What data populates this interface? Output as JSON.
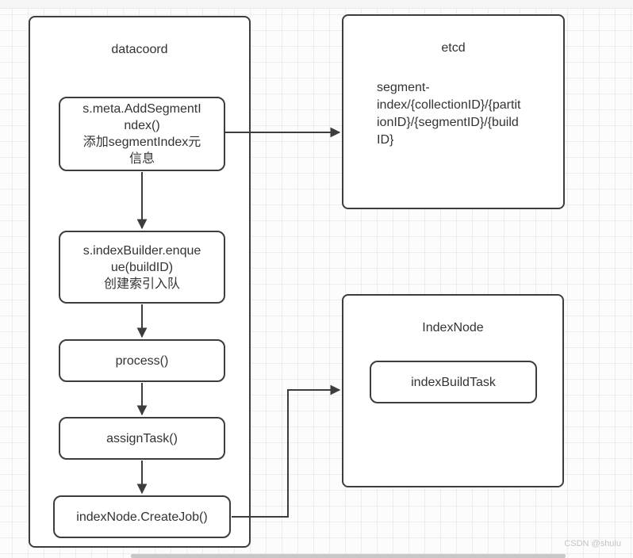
{
  "diagram": {
    "datacoord": {
      "title": "datacoord",
      "steps": [
        {
          "code": "s.meta.AddSegmentIndex()",
          "note": "添加segmentIndex元信息"
        },
        {
          "code": "s.indexBuilder.enqueue(buildID)",
          "note": "创建索引入队"
        },
        {
          "code": "process()"
        },
        {
          "code": "assignTask()"
        },
        {
          "code": "indexNode.CreateJob()"
        }
      ]
    },
    "etcd": {
      "title": "etcd",
      "key_path": "segment-index/{collectionID}/{partitionID}/{segmentID}/{buildID}"
    },
    "index_node": {
      "title": "IndexNode",
      "task": "indexBuildTask"
    }
  },
  "watermark": "CSDN @shulu",
  "colors": {
    "stroke": "#3d3d3d",
    "text": "#333333",
    "shape_fill": "#ffffff",
    "grid_line": "#ededed",
    "background": "#fcfcfc",
    "watermark": "#c3c3c3",
    "scrollbar": "#c8c8c8"
  }
}
